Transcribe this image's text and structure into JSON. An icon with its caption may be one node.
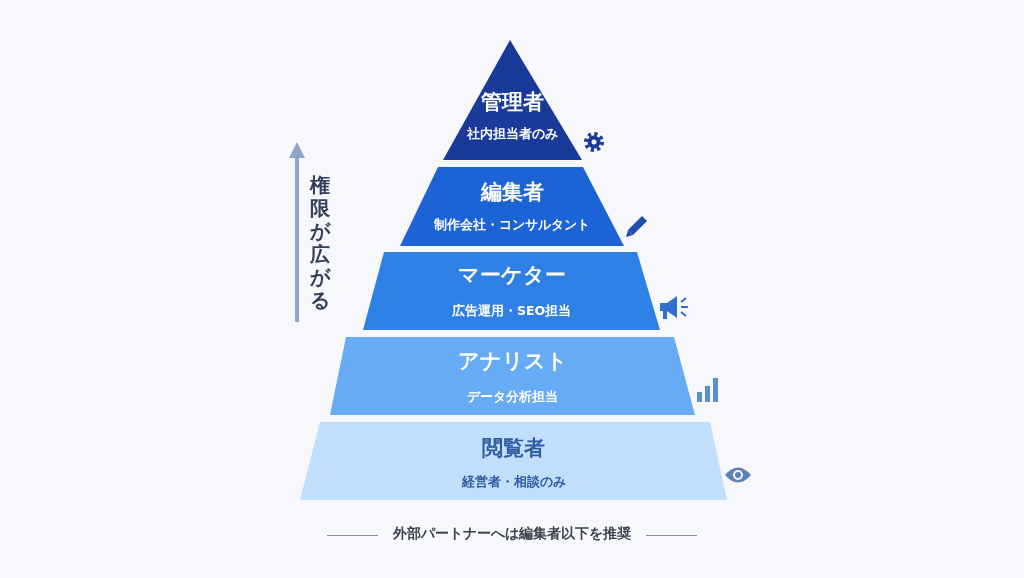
{
  "diagram": {
    "caption": "外部パートナーへは編集者以下を推奨",
    "nodes": [
      {
        "text": [
          "管理者",
          "社内担当者のみ"
        ]
      },
      {
        "text": [
          "編集者",
          "制作会社・コンサルタント"
        ]
      },
      {
        "text": [
          "マーケター",
          "広告運用・SEO担当"
        ]
      },
      {
        "text": [
          "アナリスト",
          "データ分析担当"
        ]
      },
      {
        "text": [
          "閲覧者",
          "経営者・相談のみ"
        ]
      }
    ],
    "labels": [
      "権限が広がる"
    ]
  }
}
